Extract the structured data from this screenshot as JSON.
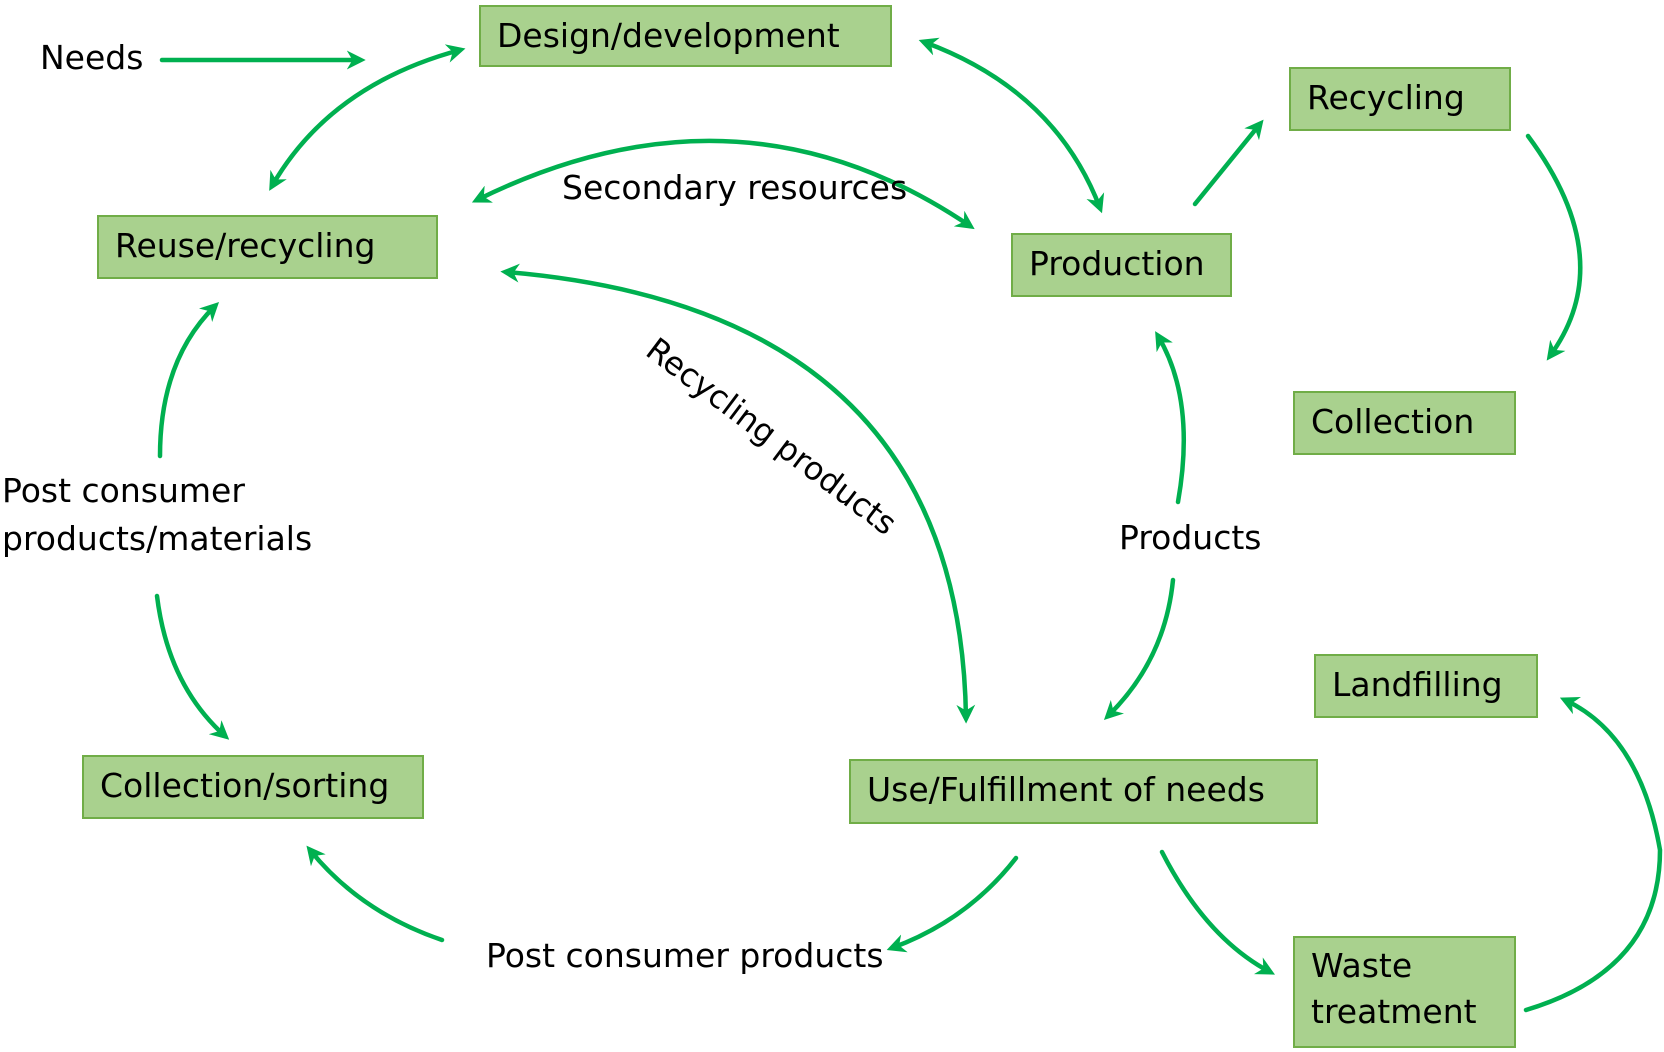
{
  "colors": {
    "box_fill": "#a9d18e",
    "box_border": "#70ad47",
    "arrow": "#00b050"
  },
  "boxes": {
    "design": "Design/development",
    "reuse": "Reuse/recycling",
    "production": "Production",
    "recycling": "Recycling",
    "collection": "Collection",
    "collection_sorting": "Collection/sorting",
    "use": "Use/Fulfillment of needs",
    "landfilling": "Landfilling",
    "waste_treatment": "Waste\ntreatment"
  },
  "labels": {
    "needs": "Needs",
    "secondary_resources": "Secondary resources",
    "recycling_products": "Recycling products",
    "products": "Products",
    "post_consumer_materials": "Post consumer\nproducts/materials",
    "post_consumer_products": "Post consumer products"
  }
}
